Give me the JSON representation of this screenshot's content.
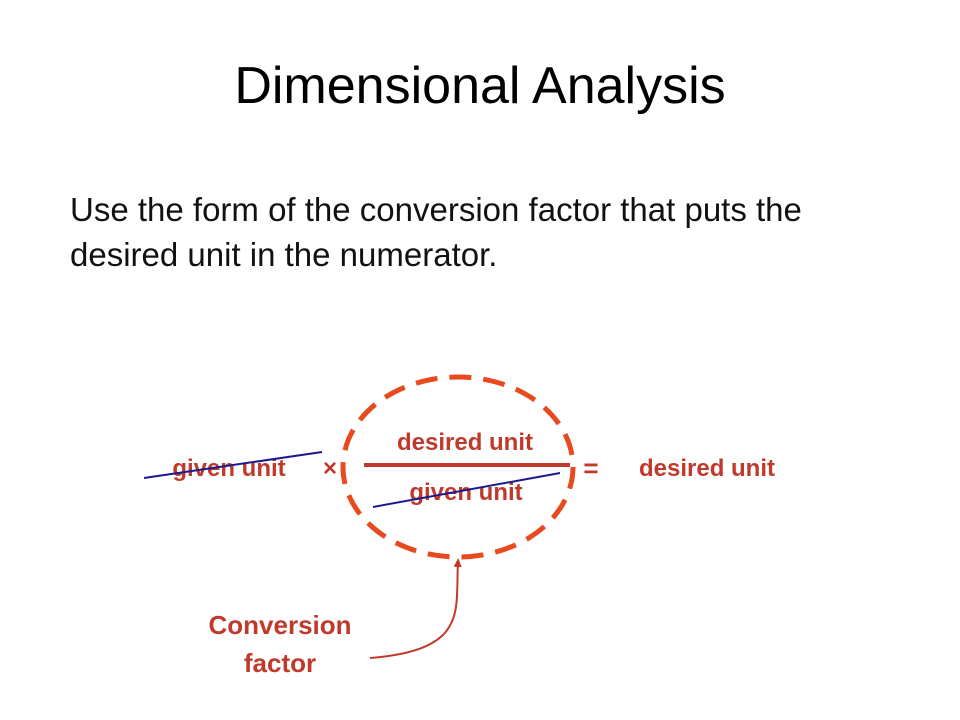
{
  "slide": {
    "title": "Dimensional Analysis",
    "body": "Use the form of the conversion factor that puts the desired unit in the numerator."
  },
  "diagram": {
    "left_term": "given unit",
    "multiply_sign": "×",
    "numerator": "desired unit",
    "denominator": "given unit",
    "equals_sign": "=",
    "result": "desired unit",
    "callout_line1": "Conversion",
    "callout_line2": "factor",
    "colors": {
      "text": "#c0392b",
      "ellipse": "#e8491d",
      "strike": "#1a1a8c",
      "arrow": "#c0392b"
    }
  }
}
